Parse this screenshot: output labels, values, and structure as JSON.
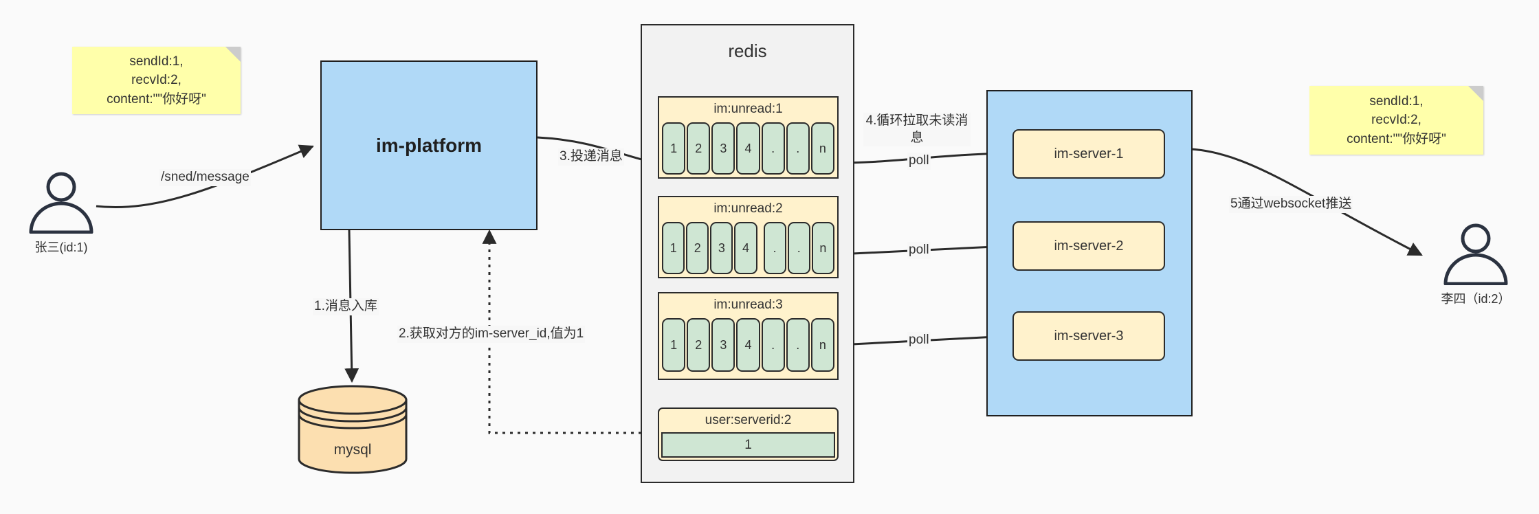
{
  "diagram": {
    "title": "IM message delivery architecture",
    "colors": {
      "sticky": "#ffffaa",
      "blue": "#b0d9f7",
      "yellow": "#fff2cc",
      "green": "#cfe6d3",
      "orange": "#fcdfb0",
      "stroke": "#2b2b2b",
      "canvas": "#fafafa"
    }
  },
  "notes": {
    "left": "sendId:1,\nrecvId:2,\ncontent:\"\"你好呀\"",
    "right": "sendId:1,\nrecvId:2,\ncontent:\"\"你好呀\""
  },
  "actors": {
    "sender": {
      "label": "张三(id:1)"
    },
    "receiver": {
      "label": "李四（id:2）"
    }
  },
  "nodes": {
    "platform": {
      "label": "im-platform"
    },
    "mysql": {
      "label": "mysql"
    },
    "redis": {
      "title": "redis"
    }
  },
  "redis_lists": [
    {
      "key": "im:unread:1",
      "cells": [
        "1",
        "2",
        "3",
        "4",
        ".",
        ".",
        "n"
      ]
    },
    {
      "key": "im:unread:2",
      "cells": [
        "1",
        "2",
        "3",
        "4",
        ".",
        ".",
        "n"
      ]
    },
    {
      "key": "im:unread:3",
      "cells": [
        "1",
        "2",
        "3",
        "4",
        ".",
        ".",
        "n"
      ]
    }
  ],
  "redis_kv": {
    "key": "user:serverid:2",
    "value": "1"
  },
  "servers": [
    {
      "label": "im-server-1"
    },
    {
      "label": "im-server-2"
    },
    {
      "label": "im-server-3"
    }
  ],
  "edges": {
    "send_message": "/sned/message",
    "step1": "1.消息入库",
    "step2": "2.获取对方的im-server_id,值为1",
    "step3": "3.投递消息",
    "step4": "4.循环拉取未读消\n息",
    "poll1": "poll",
    "poll2": "poll",
    "poll3": "poll",
    "step5": "5通过websocket推送"
  }
}
